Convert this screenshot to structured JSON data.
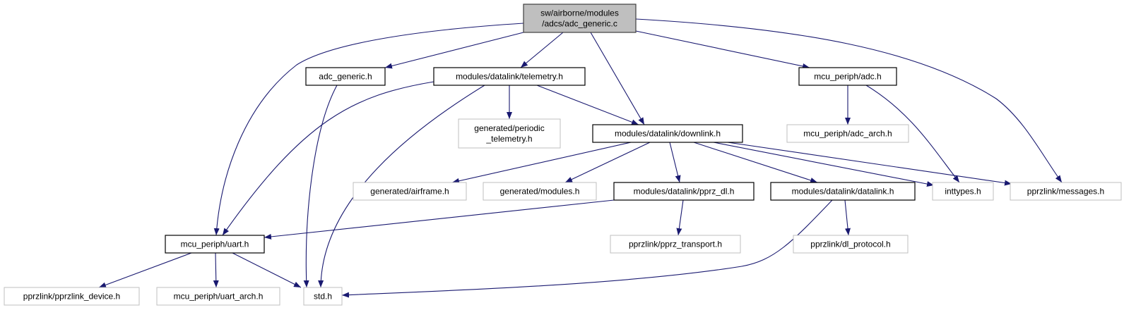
{
  "colors": {
    "edge": "#191970",
    "root_fill": "#bfbfbf",
    "root_border": "#404040",
    "documented_border": "#000000",
    "undocumented_border": "#bfbfbf"
  },
  "nodes": [
    {
      "id": "root",
      "lines": [
        "sw/airborne/modules",
        "/adcs/adc_generic.c"
      ],
      "kind": "root"
    },
    {
      "id": "adc_generic_h",
      "lines": [
        "adc_generic.h"
      ],
      "kind": "doc"
    },
    {
      "id": "telemetry_h",
      "lines": [
        "modules/datalink/telemetry.h"
      ],
      "kind": "doc"
    },
    {
      "id": "adc_h",
      "lines": [
        "mcu_periph/adc.h"
      ],
      "kind": "doc"
    },
    {
      "id": "periodic_telemetry_h",
      "lines": [
        "generated/periodic",
        "_telemetry.h"
      ],
      "kind": "undoc"
    },
    {
      "id": "downlink_h",
      "lines": [
        "modules/datalink/downlink.h"
      ],
      "kind": "doc"
    },
    {
      "id": "adc_arch_h",
      "lines": [
        "mcu_periph/adc_arch.h"
      ],
      "kind": "undoc"
    },
    {
      "id": "airframe_h",
      "lines": [
        "generated/airframe.h"
      ],
      "kind": "undoc"
    },
    {
      "id": "modules_h",
      "lines": [
        "generated/modules.h"
      ],
      "kind": "undoc"
    },
    {
      "id": "pprz_dl_h",
      "lines": [
        "modules/datalink/pprz_dl.h"
      ],
      "kind": "doc"
    },
    {
      "id": "datalink_h",
      "lines": [
        "modules/datalink/datalink.h"
      ],
      "kind": "doc"
    },
    {
      "id": "inttypes_h",
      "lines": [
        "inttypes.h"
      ],
      "kind": "undoc"
    },
    {
      "id": "messages_h",
      "lines": [
        "pprzlink/messages.h"
      ],
      "kind": "undoc"
    },
    {
      "id": "uart_h",
      "lines": [
        "mcu_periph/uart.h"
      ],
      "kind": "doc"
    },
    {
      "id": "pprz_transport_h",
      "lines": [
        "pprzlink/pprz_transport.h"
      ],
      "kind": "undoc"
    },
    {
      "id": "dl_protocol_h",
      "lines": [
        "pprzlink/dl_protocol.h"
      ],
      "kind": "undoc"
    },
    {
      "id": "pprzlink_device_h",
      "lines": [
        "pprzlink/pprzlink_device.h"
      ],
      "kind": "undoc"
    },
    {
      "id": "uart_arch_h",
      "lines": [
        "mcu_periph/uart_arch.h"
      ],
      "kind": "undoc"
    },
    {
      "id": "std_h",
      "lines": [
        "std.h"
      ],
      "kind": "undoc"
    }
  ],
  "edges": [
    {
      "from": "root",
      "to": "uart_h"
    },
    {
      "from": "root",
      "to": "adc_generic_h"
    },
    {
      "from": "root",
      "to": "telemetry_h"
    },
    {
      "from": "root",
      "to": "downlink_h"
    },
    {
      "from": "root",
      "to": "adc_h"
    },
    {
      "from": "root",
      "to": "messages_h"
    },
    {
      "from": "adc_generic_h",
      "to": "std_h"
    },
    {
      "from": "telemetry_h",
      "to": "uart_h"
    },
    {
      "from": "telemetry_h",
      "to": "std_h"
    },
    {
      "from": "telemetry_h",
      "to": "periodic_telemetry_h"
    },
    {
      "from": "telemetry_h",
      "to": "downlink_h"
    },
    {
      "from": "adc_h",
      "to": "adc_arch_h"
    },
    {
      "from": "adc_h",
      "to": "inttypes_h"
    },
    {
      "from": "downlink_h",
      "to": "airframe_h"
    },
    {
      "from": "downlink_h",
      "to": "modules_h"
    },
    {
      "from": "downlink_h",
      "to": "pprz_dl_h"
    },
    {
      "from": "downlink_h",
      "to": "datalink_h"
    },
    {
      "from": "downlink_h",
      "to": "inttypes_h"
    },
    {
      "from": "downlink_h",
      "to": "messages_h"
    },
    {
      "from": "pprz_dl_h",
      "to": "uart_h"
    },
    {
      "from": "pprz_dl_h",
      "to": "pprz_transport_h"
    },
    {
      "from": "datalink_h",
      "to": "std_h"
    },
    {
      "from": "datalink_h",
      "to": "dl_protocol_h"
    },
    {
      "from": "uart_h",
      "to": "pprzlink_device_h"
    },
    {
      "from": "uart_h",
      "to": "uart_arch_h"
    },
    {
      "from": "uart_h",
      "to": "std_h"
    }
  ]
}
